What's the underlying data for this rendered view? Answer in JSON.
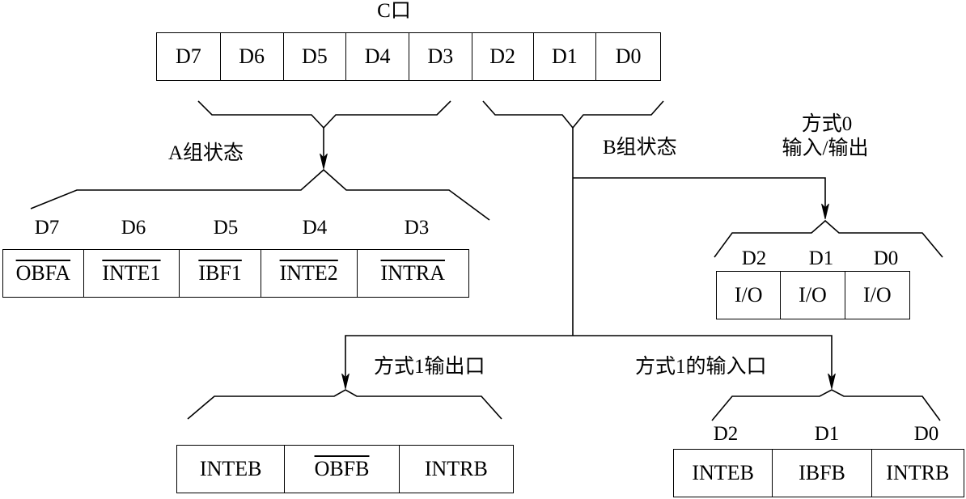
{
  "port_title": "C口",
  "port_bits": [
    "D7",
    "D6",
    "D5",
    "D4",
    "D3",
    "D2",
    "D1",
    "D0"
  ],
  "group_a": {
    "label": "A组状态",
    "bit_labels": [
      "D7",
      "D6",
      "D5",
      "D4",
      "D3"
    ],
    "signals": [
      {
        "text": "OBFA",
        "overline": true
      },
      {
        "text": "INTE1",
        "overline": true
      },
      {
        "text": "IBF1",
        "overline": true
      },
      {
        "text": "INTE2",
        "overline": true
      },
      {
        "text": "INTRA",
        "overline": true
      }
    ]
  },
  "group_b": {
    "label": "B组状态",
    "mode0": {
      "title": "方式0",
      "subtitle": "输入/输出",
      "bit_labels": [
        "D2",
        "D1",
        "D0"
      ],
      "signals": [
        {
          "text": "I/O",
          "overline": false
        },
        {
          "text": "I/O",
          "overline": false
        },
        {
          "text": "I/O",
          "overline": false
        }
      ]
    },
    "mode1_output": {
      "title": "方式1输出口",
      "signals": [
        {
          "text": "INTEB",
          "overline": false
        },
        {
          "text": "OBFB",
          "overline": true
        },
        {
          "text": "INTRB",
          "overline": false
        }
      ]
    },
    "mode1_input": {
      "title": "方式1的输入口",
      "bit_labels": [
        "D2",
        "D1",
        "D0"
      ],
      "signals": [
        {
          "text": "INTEB",
          "overline": false
        },
        {
          "text": "IBFB",
          "overline": false
        },
        {
          "text": "INTRB",
          "overline": false
        }
      ]
    }
  }
}
